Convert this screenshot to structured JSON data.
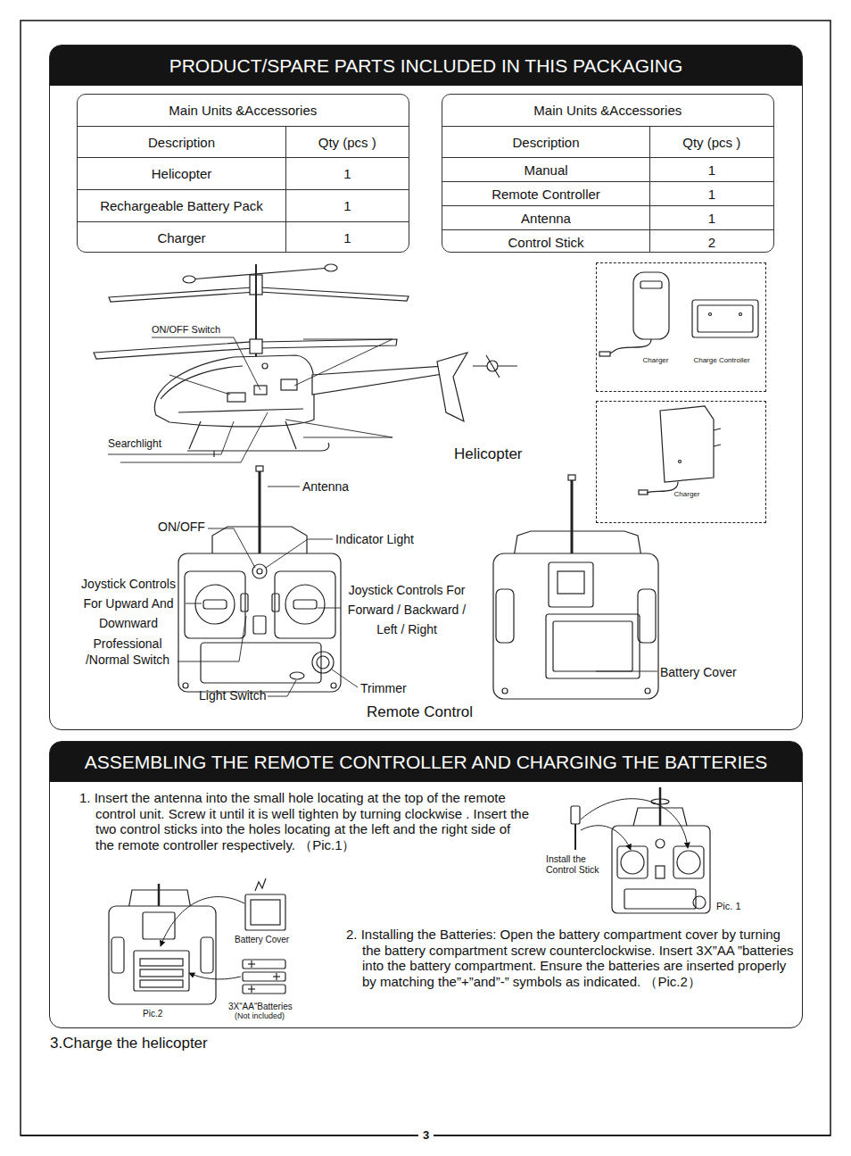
{
  "diagram": {
    "nodes": [
      {
        "text": [
          "PRODUCT/SPARE PARTS INCLUDED IN THIS PACKAGING"
        ]
      },
      {
        "text": [
          "Main Units &Accessories",
          "Description",
          "Qty (pcs )",
          "Helicopter",
          "1",
          "Rechargeable Battery Pack",
          "1",
          "Charger",
          "1"
        ],
        "in": 0
      },
      {
        "text": [
          "Main Units &Accessories",
          "Description",
          "Qty (pcs )",
          "Manual",
          "1",
          "Remote Controller",
          "1",
          "Antenna",
          "1",
          "Control Stick",
          "2"
        ],
        "in": 0
      },
      {
        "text": [
          "Charger",
          "Charge Controller"
        ],
        "in": 0
      },
      {
        "text": [
          "Charger"
        ],
        "in": 0
      },
      {
        "text": [
          "ASSEMBLING THE REMOTE CONTROLLER AND CHARGING THE BATTERIES"
        ]
      }
    ],
    "labels": [
      "ON/OFF Switch",
      "Searchlight",
      "Helicopter",
      "Antenna",
      "ON/OFF",
      "Indicator Light",
      "Joystick Controls For Upward And Downward",
      "Joystick Controls For Forward / Backward / Left / Right",
      "Professional /Normal Switch",
      "Light Switch",
      "Trimmer",
      "Battery Cover",
      "Remote Control",
      "1. Insert the antenna into the small hole locating at the top of the remote control unit. Screw it until it is well tighten by turning clockwise . Insert the two control sticks into the holes locating at the left and the right side of the remote controller respectively. （Pic.1）",
      "Install the Control Stick",
      "Pic. 1",
      "Battery Cover",
      "3X“AA“Batteries",
      "(Not included)",
      "Pic.2",
      "2. Installing the Batteries: Open the battery compartment cover by turning the battery compartment screw counterclockwise. Insert 3X”AA ”batteries into the battery compartment. Ensure the batteries are inserted properly by  matching the”+”and”-” symbols as indicated. （Pic.2）",
      "3.Charge the helicopter",
      "3"
    ]
  }
}
